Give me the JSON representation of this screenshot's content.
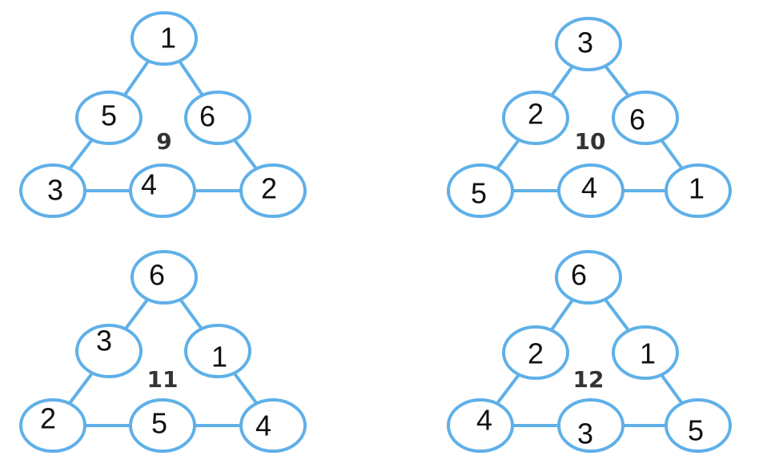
{
  "colors": {
    "edge": "#5fb0e8",
    "node_fill": "#ffffff",
    "node_text": "#111111",
    "sum_text": "#333333",
    "background": "#ffffff"
  },
  "triangles": [
    {
      "sum": "9",
      "nodes": {
        "top": "1",
        "upper_left": "5",
        "upper_right": "6",
        "bottom_left": "3",
        "bottom_middle": "4",
        "bottom_right": "2"
      }
    },
    {
      "sum": "10",
      "nodes": {
        "top": "3",
        "upper_left": "2",
        "upper_right": "6",
        "bottom_left": "5",
        "bottom_middle": "4",
        "bottom_right": "1"
      }
    },
    {
      "sum": "11",
      "nodes": {
        "top": "6",
        "upper_left": "3",
        "upper_right": "1",
        "bottom_left": "2",
        "bottom_middle": "5",
        "bottom_right": "4"
      }
    },
    {
      "sum": "12",
      "nodes": {
        "top": "6",
        "upper_left": "2",
        "upper_right": "1",
        "bottom_left": "4",
        "bottom_middle": "3",
        "bottom_right": "5"
      }
    }
  ]
}
